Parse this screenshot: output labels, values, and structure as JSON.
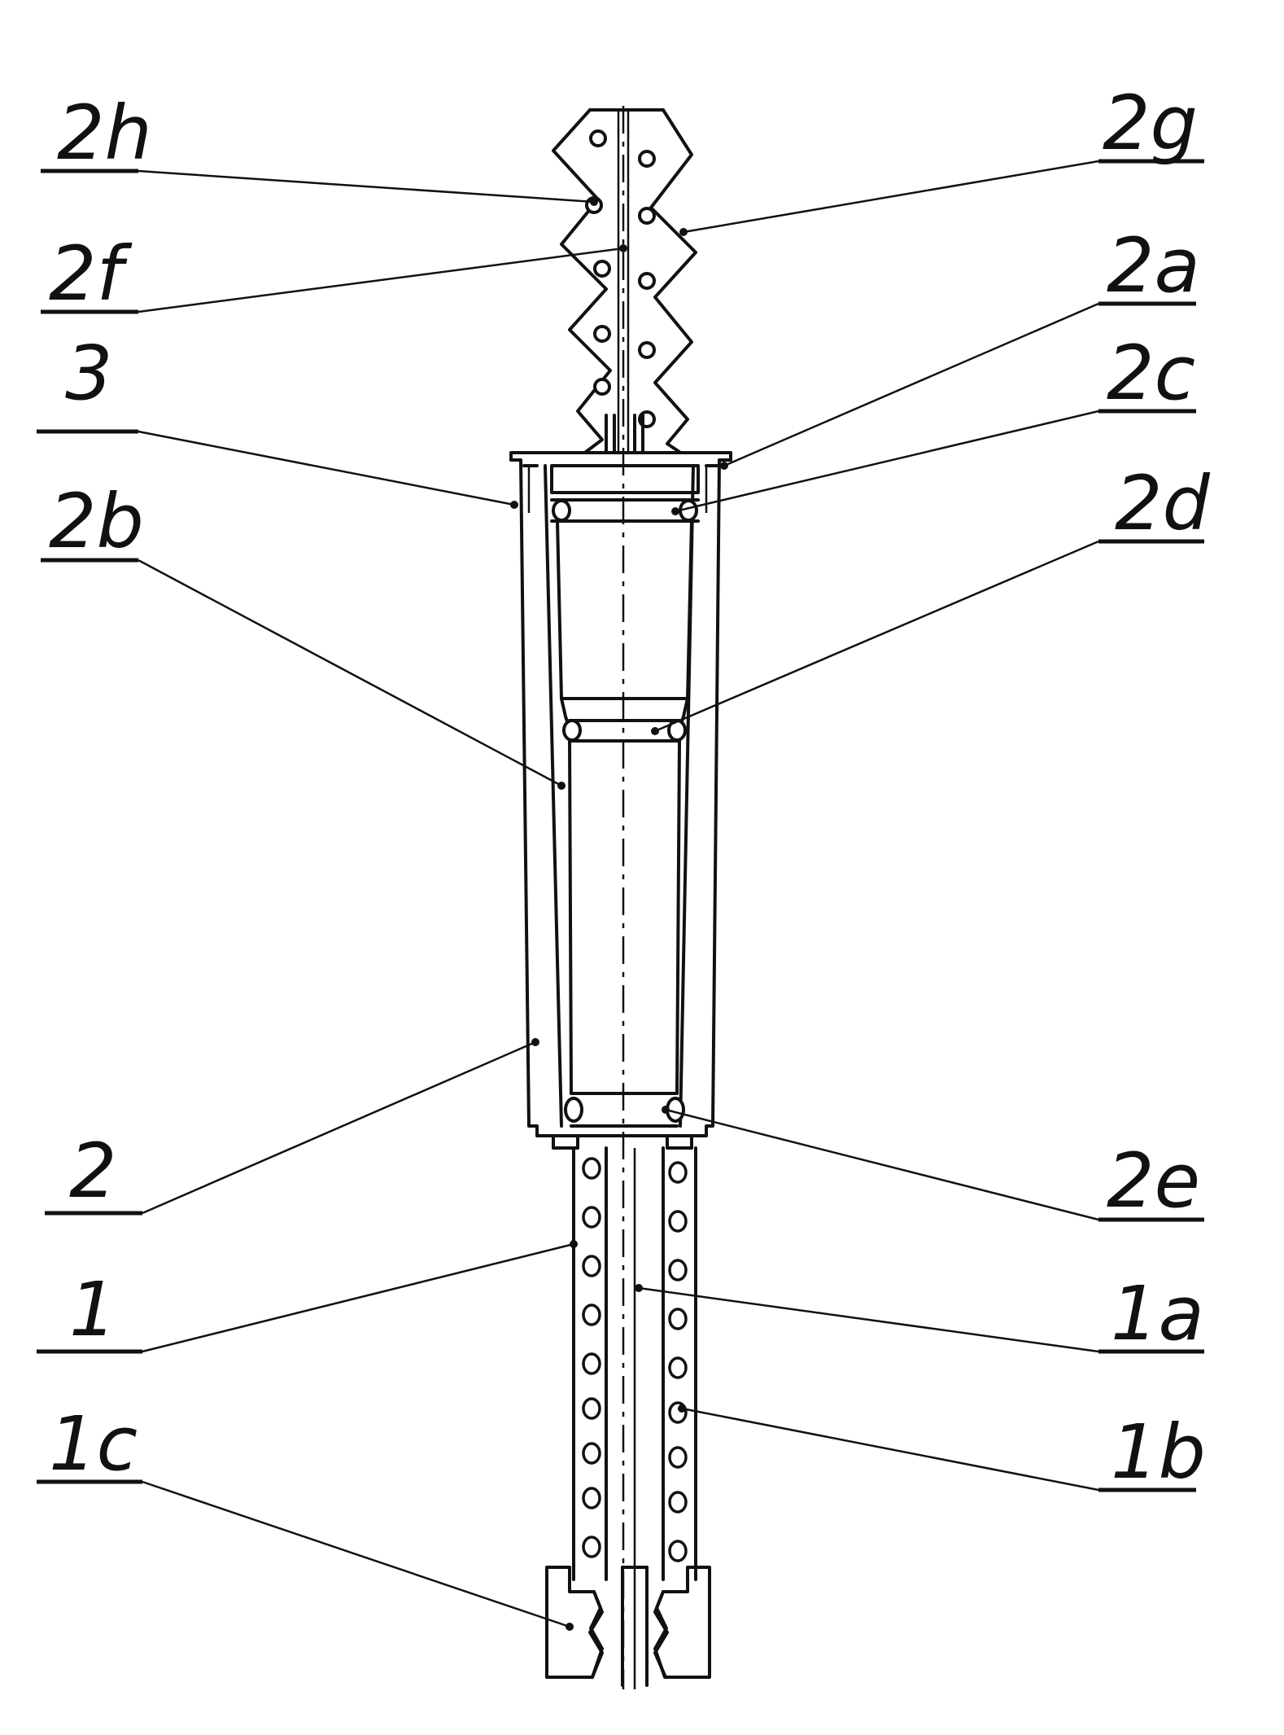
{
  "labels": {
    "l_2h": "2h",
    "l_2g": "2g",
    "l_2f": "2f",
    "l_2a": "2a",
    "l_3": "3",
    "l_2c": "2c",
    "l_2b": "2b",
    "l_2d": "2d",
    "l_2": "2",
    "l_2e": "2e",
    "l_1": "1",
    "l_1a": "1a",
    "l_1c": "1c",
    "l_1b": "1b"
  }
}
